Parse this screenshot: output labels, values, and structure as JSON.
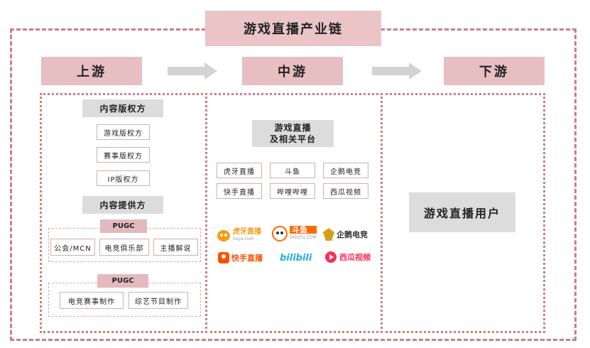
{
  "title": "游戏直播产业链",
  "stages": {
    "up": "上游",
    "mid": "中游",
    "down": "下游"
  },
  "upstream": {
    "copyright_head": "内容版权方",
    "copyright_items": [
      "游戏版权方",
      "赛事版权方",
      "IP版权方"
    ],
    "provider_head": "内容提供方",
    "pugc_label_1": "PUGC",
    "pugc_items_1": [
      "公会/MCN",
      "电竞俱乐部",
      "主播解说"
    ],
    "pugc_label_2": "PUGC",
    "pugc_items_2": [
      "电竞赛事制作",
      "综艺节目制作"
    ]
  },
  "midstream": {
    "head_line1": "游戏直播",
    "head_line2": "及相关平台",
    "platforms": [
      "虎牙直播",
      "斗鱼",
      "企鹅电竞",
      "快手直播",
      "哔哩哔哩",
      "西瓜视频"
    ],
    "logos": [
      {
        "name": "虎牙直播",
        "sub": "huya.com",
        "color": "#f39c12",
        "icon": "huya-logo"
      },
      {
        "name": "斗鱼",
        "sub": "DOUYU.COM",
        "color": "#ff6a00",
        "icon": "douyu-logo"
      },
      {
        "name": "企鹅电竞",
        "sub": "",
        "color": "#d4a017",
        "icon": "penguin-logo"
      },
      {
        "name": "快手直播",
        "sub": "",
        "color": "#ff5000",
        "icon": "kuaishou-logo"
      },
      {
        "name": "bilibili",
        "sub": "",
        "color": "#23ade5",
        "icon": "bilibili-logo"
      },
      {
        "name": "西瓜视频",
        "sub": "",
        "color": "#fe2c55",
        "icon": "xigua-logo"
      }
    ]
  },
  "downstream": {
    "users": "游戏直播用户"
  },
  "colors": {
    "frame": "#c97e87",
    "title_bg": "#eac4c7",
    "stage_bg": "#e7bec2",
    "grey": "#dcdcdc",
    "arrow": "#d3d3d3"
  }
}
